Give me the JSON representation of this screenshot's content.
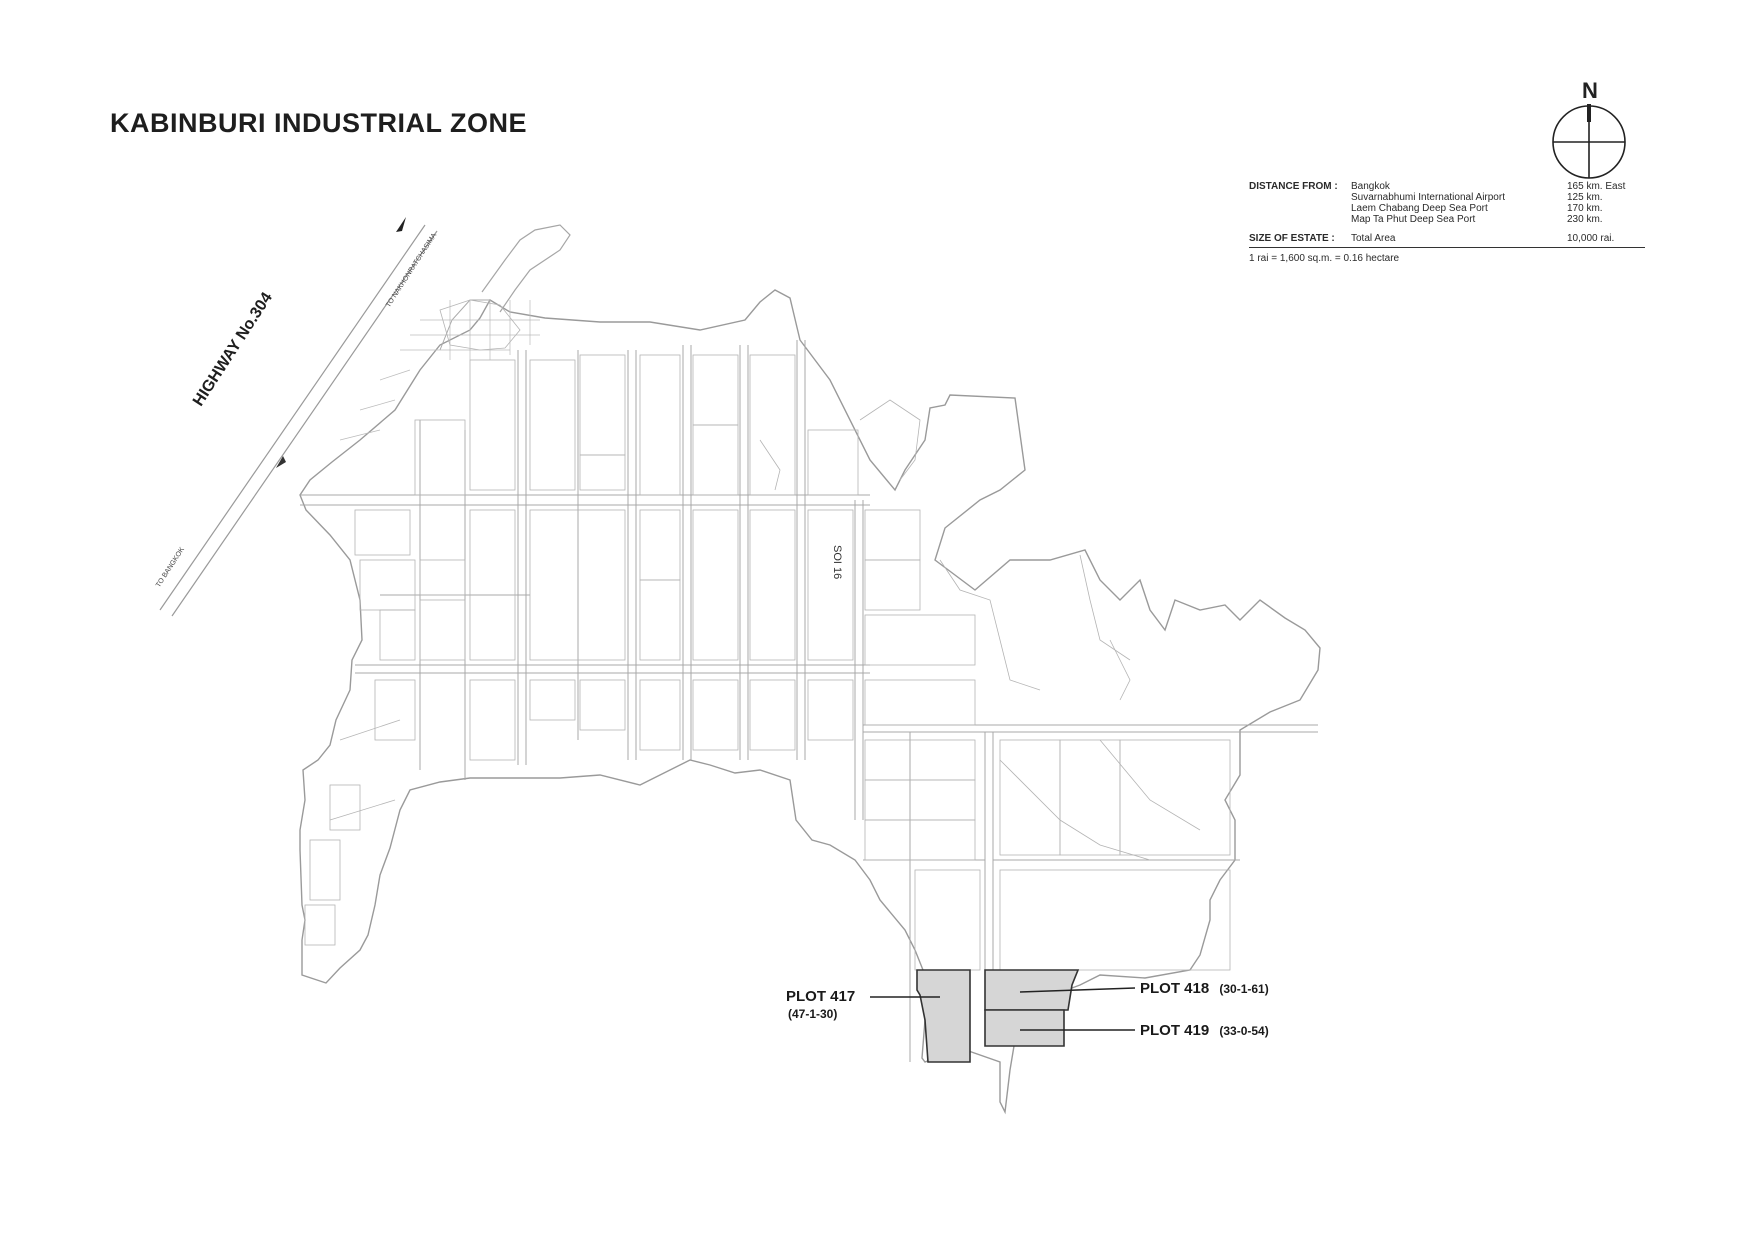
{
  "title": "KABINBURI INDUSTRIAL ZONE",
  "north_label": "N",
  "info": {
    "distance_label": "DISTANCE FROM :",
    "distances": [
      {
        "place": "Bangkok",
        "value": "165 km. East"
      },
      {
        "place": "Suvarnabhumi International Airport",
        "value": "125 km."
      },
      {
        "place": "Laem Chabang Deep Sea Port",
        "value": "170 km."
      },
      {
        "place": "Map Ta Phut Deep Sea Port",
        "value": "230 km."
      }
    ],
    "size_label": "SIZE OF ESTATE :",
    "size_place": "Total Area",
    "size_value": "10,000 rai.",
    "conversion": "1 rai = 1,600 sq.m. = 0.16 hectare"
  },
  "roads": {
    "highway": "HIGHWAY No.304",
    "to_bangkok": "TO BANGKOK",
    "to_nakhon": "TO NAKHONRATCHASIMA",
    "soi": "SOI 16"
  },
  "plots": [
    {
      "name": "PLOT 417",
      "area": "(47-1-30)"
    },
    {
      "name": "PLOT 418",
      "area": "(30-1-61)"
    },
    {
      "name": "PLOT 419",
      "area": "(33-0-54)"
    }
  ],
  "colors": {
    "highlight": "#d6d6d6",
    "outline": "#9a9a9a",
    "ink": "#222222"
  }
}
